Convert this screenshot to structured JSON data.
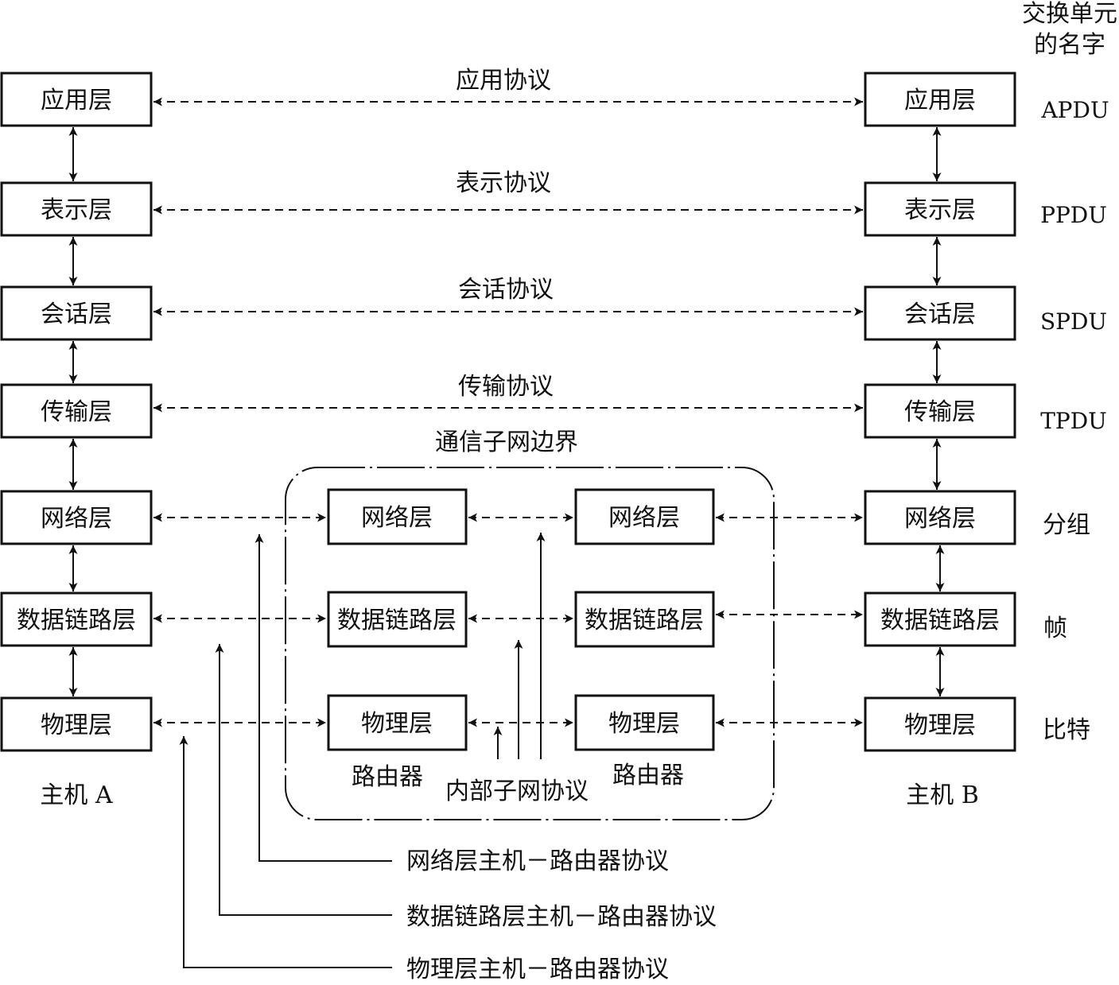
{
  "header": {
    "line1": "交换单元",
    "line2": "的名字"
  },
  "host_a": {
    "label": "主机 A",
    "layers": [
      "应用层",
      "表示层",
      "会话层",
      "传输层",
      "网络层",
      "数据链路层",
      "物理层"
    ]
  },
  "host_b": {
    "label": "主机 B",
    "layers": [
      "应用层",
      "表示层",
      "会话层",
      "传输层",
      "网络层",
      "数据链路层",
      "物理层"
    ]
  },
  "units": [
    "APDU",
    "PPDU",
    "SPDU",
    "TPDU",
    "分组",
    "帧",
    "比特"
  ],
  "peer_protocols": [
    "应用协议",
    "表示协议",
    "会话协议",
    "传输协议"
  ],
  "subnet": {
    "title": "通信子网边界",
    "router1": {
      "label": "路由器",
      "layers": [
        "网络层",
        "数据链路层",
        "物理层"
      ]
    },
    "router2": {
      "label": "路由器",
      "layers": [
        "网络层",
        "数据链路层",
        "物理层"
      ]
    },
    "internal_protocol": "内部子网协议"
  },
  "host_router_protocols": {
    "network": "网络层主机－路由器协议",
    "datalink": "数据链路层主机－路由器协议",
    "physical": "物理层主机－路由器协议"
  }
}
